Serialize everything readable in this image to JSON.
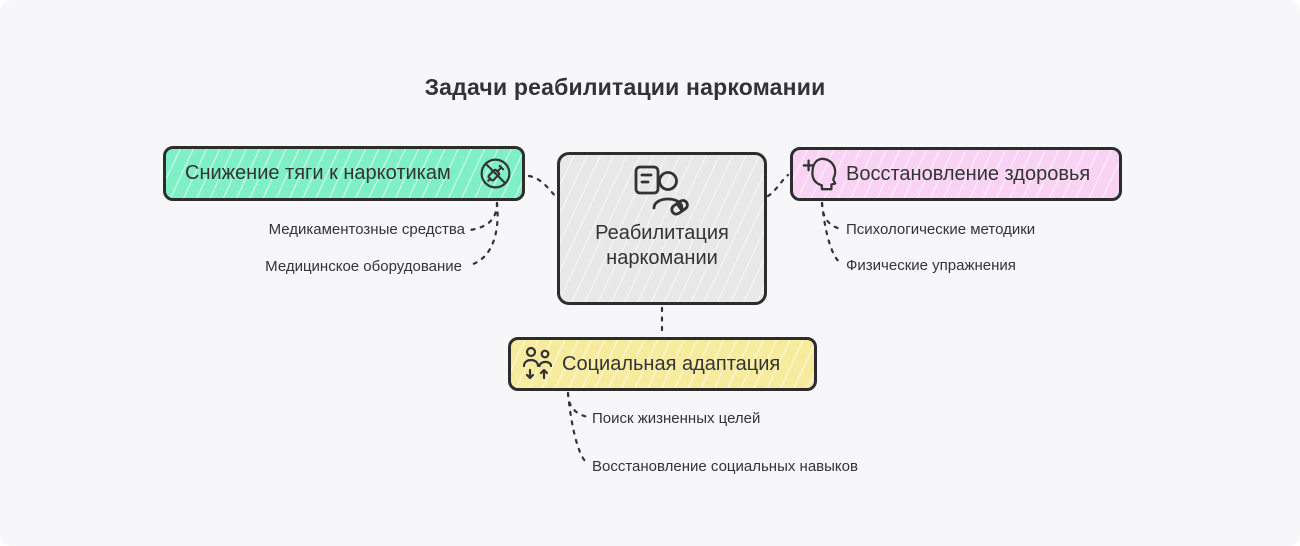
{
  "title": "Задачи реабилитации наркомании",
  "colors": {
    "background": "#f7f7fa",
    "node_border": "#2d2d2d",
    "text": "#333333",
    "center_bg": "#e8e8e8",
    "green_bg": "#7ff0c6",
    "pink_bg": "#f9d3f3",
    "yellow_bg": "#f7ec9e"
  },
  "center": {
    "label_lines": [
      "Реабилитация",
      "наркомании"
    ],
    "icon": "rehab-document-person-pill-icon"
  },
  "branches": [
    {
      "label": "Снижение тяги к наркотикам",
      "icon": "no-syringe-icon",
      "color": "#7ff0c6",
      "children": [
        "Медикаментозные средства",
        "Медицинское оборудование"
      ]
    },
    {
      "label": "Восстановление здоровья",
      "icon": "head-plus-icon",
      "color": "#f9d3f3",
      "children": [
        "Психологические методики",
        "Физические упражнения"
      ]
    },
    {
      "label": "Социальная адаптация",
      "icon": "people-arrows-icon",
      "color": "#f7ec9e",
      "children": [
        "Поиск жизненных целей",
        "Восстановление социальных навыков"
      ]
    }
  ]
}
